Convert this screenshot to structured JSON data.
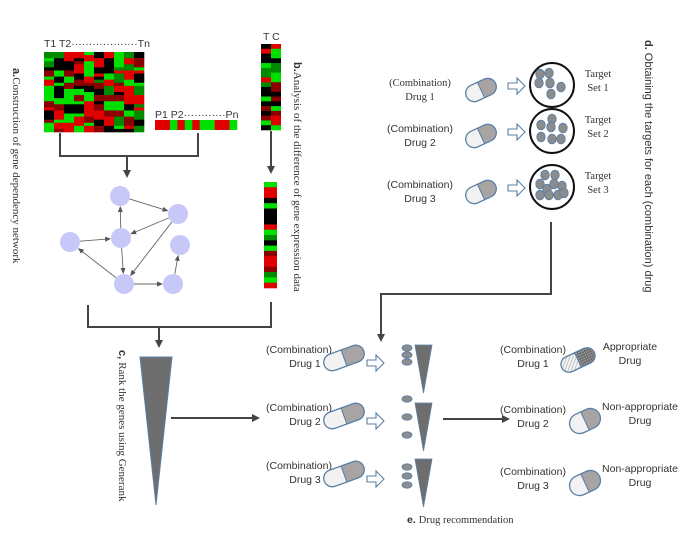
{
  "colors": {
    "heat_red": "#e00000",
    "heat_dark_red": "#8b0000",
    "heat_green": "#00e000",
    "heat_dark_green": "#008a00",
    "heat_black": "#000000",
    "node_fill": "#c8c8f8",
    "pill_outline": "#5b7fa6",
    "pill_dark": "#a9a4a4",
    "pill_light": "#f2f2f2",
    "target_dot": "#8c8c8c",
    "ranking_wedge": "#6e6e6e",
    "connector": "#444444"
  },
  "section_a": {
    "label_letter": "a.",
    "label_text": "Construction of gene dependency network",
    "heatmap_header": "T1 T2···················Tn",
    "phenotype_header": "P1 P2············Pn",
    "heatmap_columns": 10,
    "heatmap_rows": 26,
    "phenotype_pattern": [
      "R",
      "R",
      "G",
      "R",
      "G",
      "R",
      "G",
      "G",
      "R",
      "R",
      "G"
    ],
    "network": {
      "nodes": [
        "n1",
        "n2",
        "n3",
        "n4",
        "n5",
        "n6",
        "n7"
      ],
      "edges": [
        [
          "n1",
          "n2"
        ],
        [
          "n2",
          "n3"
        ],
        [
          "n3",
          "n1"
        ],
        [
          "n4",
          "n3"
        ],
        [
          "n3",
          "n6"
        ],
        [
          "n2",
          "n6"
        ],
        [
          "n6",
          "n4"
        ],
        [
          "n6",
          "n7"
        ],
        [
          "n7",
          "n5"
        ]
      ]
    }
  },
  "section_b": {
    "label_letter": "b.",
    "label_text": "Analysis of the difference of gene expression data",
    "header": "T C",
    "tc_rows": [
      [
        "K",
        "R"
      ],
      [
        "R",
        "G"
      ],
      [
        "K",
        "G"
      ],
      [
        "K",
        "K"
      ],
      [
        "G",
        "DG"
      ],
      [
        "DG",
        "DG"
      ],
      [
        "DG",
        "G"
      ],
      [
        "R",
        "G"
      ],
      [
        "DG",
        "DR"
      ],
      [
        "K",
        "DR"
      ],
      [
        "K",
        "K"
      ],
      [
        "G",
        "DR"
      ],
      [
        "K",
        "K"
      ],
      [
        "DR",
        "G"
      ],
      [
        "K",
        "DR"
      ],
      [
        "DR",
        "R"
      ],
      [
        "G",
        "R"
      ],
      [
        "K",
        "G"
      ]
    ],
    "diff_rows": [
      "G",
      "R",
      "R",
      "K",
      "G",
      "K",
      "K",
      "K",
      "R",
      "G",
      "DG",
      "K",
      "G",
      "DR",
      "R",
      "R",
      "DR",
      "DG",
      "G",
      "R"
    ]
  },
  "section_c": {
    "label_letter": "c,",
    "label_text": "Rank the genes using Generank"
  },
  "section_d": {
    "label_letter": "d.",
    "label_text": "Obtaining the targets for each (combination) drug",
    "drugs": [
      {
        "line1": "(Combination)",
        "line2": "Drug 1",
        "target_line1": "Target",
        "target_line2": "Set 1",
        "target_count": 7
      },
      {
        "line1": "(Combination)",
        "line2": "Drug 2",
        "target_line1": "Target",
        "target_line2": "Set 2",
        "target_count": 7
      },
      {
        "line1": "(Combination)",
        "line2": "Drug 3",
        "target_line1": "Target",
        "target_line2": "Set 3",
        "target_count": 10
      }
    ]
  },
  "section_e": {
    "label_letter": "e.",
    "label_text": "Drug recommendation",
    "drugs": [
      {
        "line1": "(Combination)",
        "line2": "Drug 1"
      },
      {
        "line1": "(Combination)",
        "line2": "Drug 2"
      },
      {
        "line1": "(Combination)",
        "line2": "Drug 3"
      }
    ],
    "results": [
      {
        "line1": "(Combination)",
        "line2": "Drug 1",
        "verdict1": "Appropriate",
        "verdict2": "Drug",
        "appropriate": true
      },
      {
        "line1": "(Combination)",
        "line2": "Drug 2",
        "verdict1": "Non-appropriate",
        "verdict2": "Drug",
        "appropriate": false
      },
      {
        "line1": "(Combination)",
        "line2": "Drug 3",
        "verdict1": "Non-appropriate",
        "verdict2": "Drug",
        "appropriate": false
      }
    ]
  }
}
